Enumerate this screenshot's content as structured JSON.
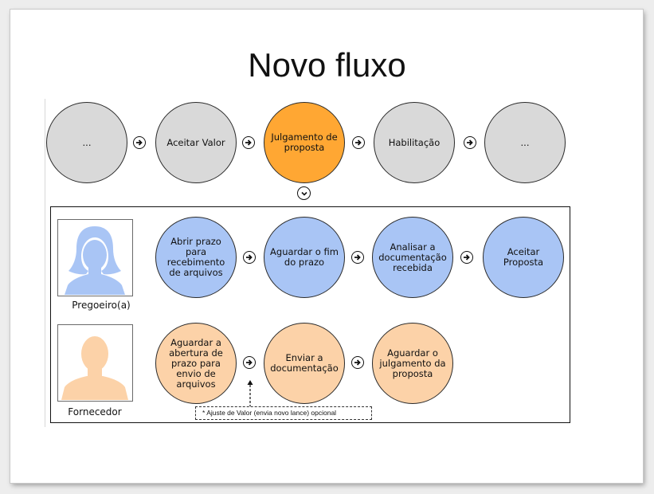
{
  "title": "Novo fluxo",
  "top_flow": [
    {
      "label": "..."
    },
    {
      "label": "Aceitar Valor"
    },
    {
      "label": "Julgamento de proposta"
    },
    {
      "label": "Habilitação"
    },
    {
      "label": "..."
    }
  ],
  "roles": {
    "pregoeiro": {
      "name": "Pregoeiro(a)",
      "steps": [
        {
          "label": "Abrir prazo para recebimento de arquivos"
        },
        {
          "label": "Aguardar o fim do prazo"
        },
        {
          "label": "Analisar a documentação recebida"
        },
        {
          "label": "Aceitar Proposta"
        }
      ]
    },
    "fornecedor": {
      "name": "Fornecedor",
      "steps": [
        {
          "label": "Aguardar a abertura de prazo para envio de arquivos"
        },
        {
          "label": "Enviar a documentação"
        },
        {
          "label": "Aguardar o julgamento da proposta"
        }
      ]
    }
  },
  "note": "* Ajuste de Valor (envia novo lance) opcional",
  "colors": {
    "gray": "#d9d9d9",
    "orange": "#ffa733",
    "blue": "#a9c5f5",
    "peach": "#fcd2a8",
    "avatar_female": "#a9c5f5",
    "avatar_male": "#fcd2a8"
  }
}
